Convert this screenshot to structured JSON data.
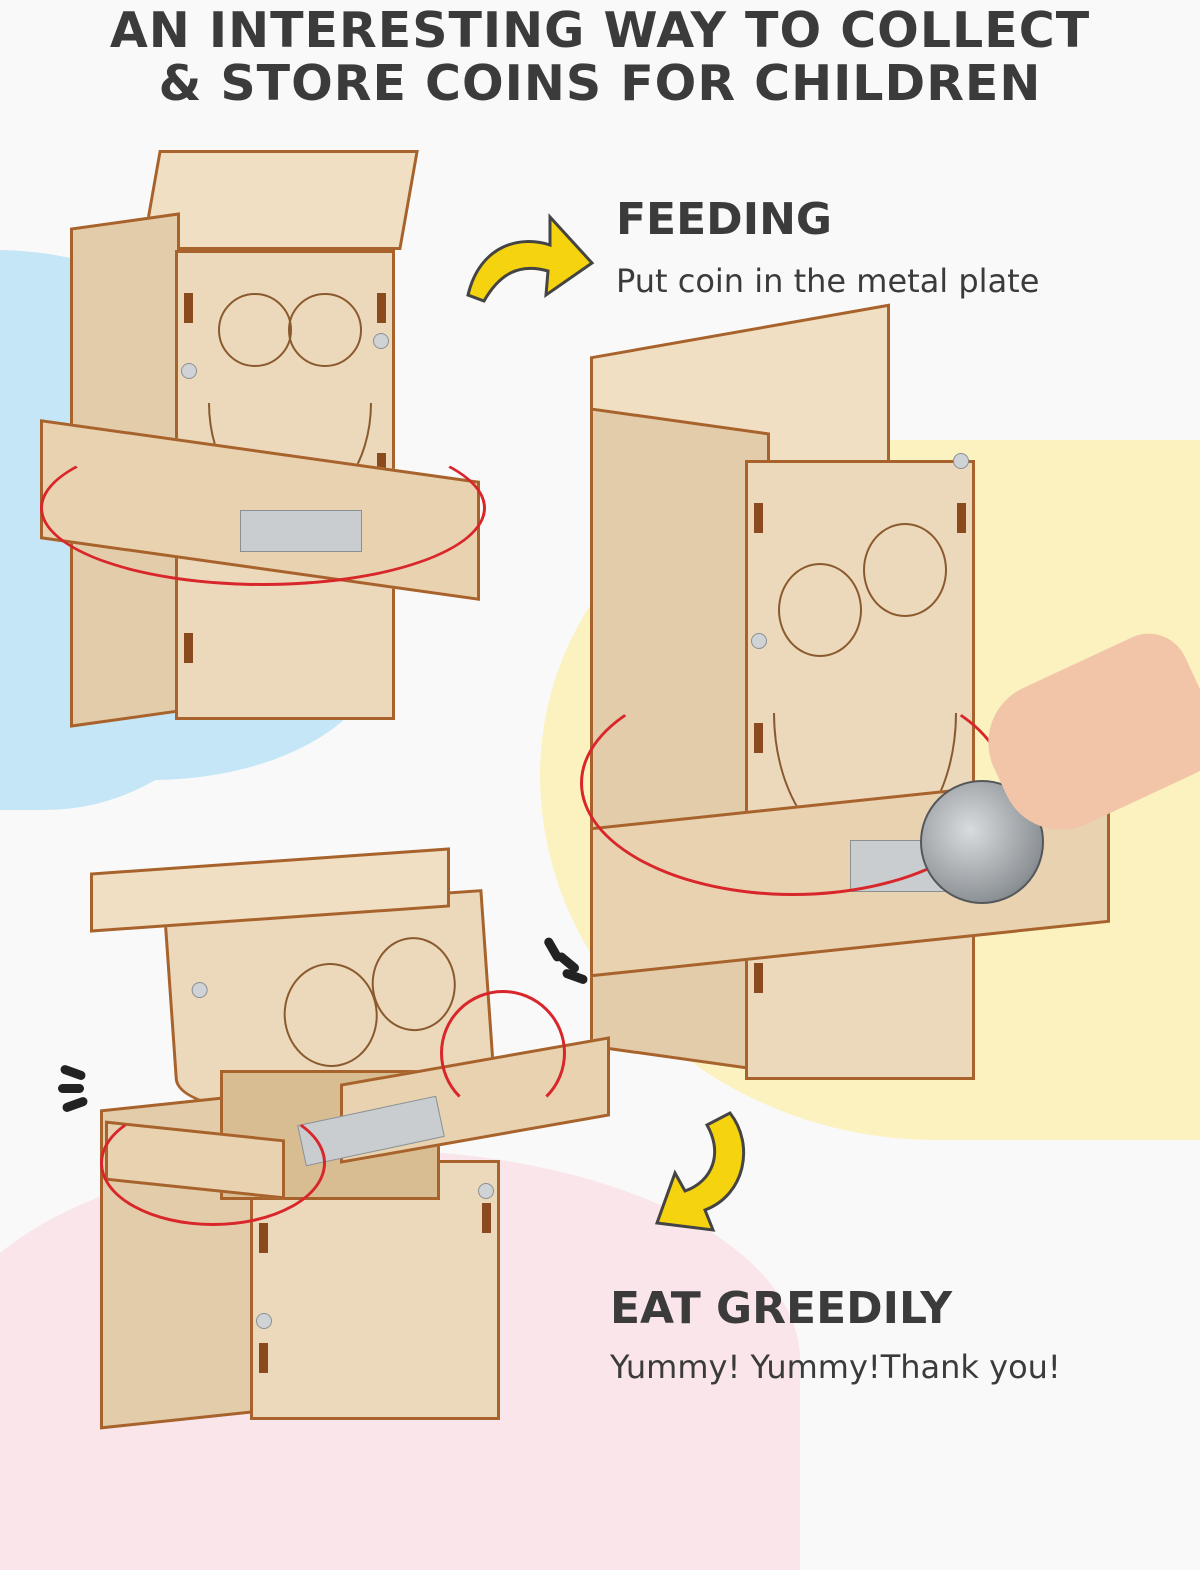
{
  "title": {
    "line1": "AN INTERESTING WAY TO COLLECT",
    "line2": "& STORE COINS FOR CHILDREN"
  },
  "steps": [
    {
      "heading": "FEEDING",
      "description": "Put coin in the metal plate",
      "arrow_icon": "curved-arrow-right-icon"
    },
    {
      "heading": "EAT GREEDILY",
      "description": "Yummy! Yummy!Thank you!",
      "arrow_icon": "curved-arrow-down-left-icon"
    }
  ],
  "images": [
    {
      "label": "coin bank closed mouth"
    },
    {
      "label": "coin bank with hand placing coin"
    },
    {
      "label": "coin bank mouth open eating"
    }
  ],
  "colors": {
    "text": "#3b3b3b",
    "blue_blob": "#c5e6f6",
    "yellow_blob": "#fbf2bf",
    "pink_blob": "#fae6ea",
    "arrow_yellow": "#f5d30f",
    "wood": "#ecd9bb",
    "wood_edge": "#a8632d",
    "wire": "#d8262a"
  }
}
